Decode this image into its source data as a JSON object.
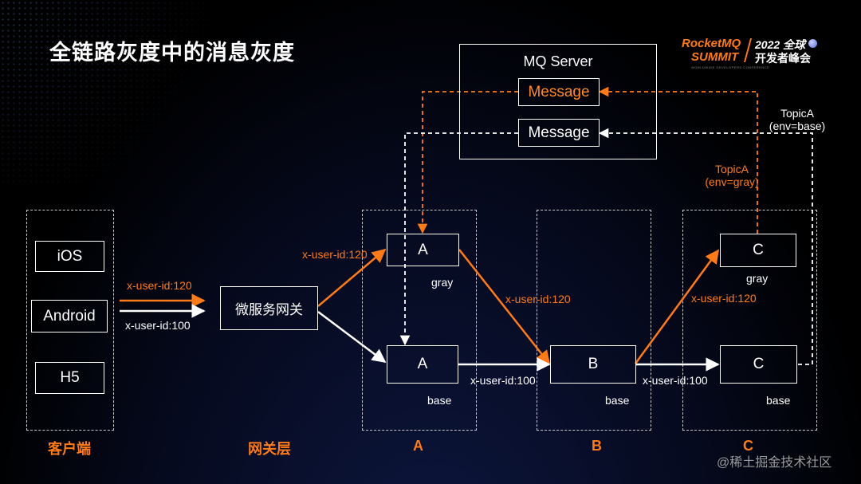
{
  "title": "全链路灰度中的消息灰度",
  "logo": {
    "brand_line1": "RocketMQ",
    "brand_line2": "SUMMIT",
    "event_line1": "2022 全球",
    "event_line2": "开发者峰会",
    "tagline": "WORLDWIDE DEVELOPERS CONFERENCE"
  },
  "clients": [
    "iOS",
    "Android",
    "H5"
  ],
  "gateway": "微服务网关",
  "mq": {
    "title": "MQ Server",
    "msg_gray": "Message",
    "msg_base": "Message"
  },
  "services": {
    "a_gray": "A",
    "a_base": "A",
    "b_base": "B",
    "c_gray": "C",
    "c_base": "C"
  },
  "tags": {
    "gray": "gray",
    "base": "base"
  },
  "edge_labels": {
    "client_gray": "x-user-id:120",
    "client_base": "x-user-id:100",
    "gw_gray": "x-user-id:120",
    "a_b_gray": "x-user-id:120",
    "a_b_base": "x-user-id:100",
    "b_c_gray": "x-user-id:120",
    "b_c_base": "x-user-id:100",
    "topic_base_1": "TopicA",
    "topic_base_2": "(env=base)",
    "topic_gray_1": "TopicA",
    "topic_gray_2": "(env=gray)"
  },
  "columns": {
    "client": "客户端",
    "gateway": "网关层",
    "a": "A",
    "b": "B",
    "c": "C"
  },
  "watermark": "@稀土掘金技术社区",
  "colors": {
    "accent": "#ff7a18",
    "line": "#ffffff"
  }
}
